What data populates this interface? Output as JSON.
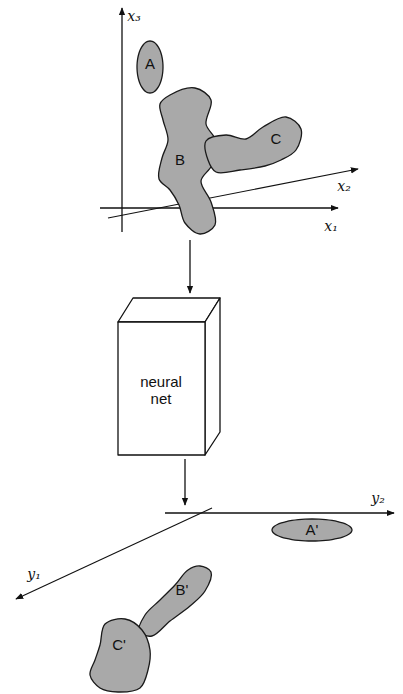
{
  "diagram": {
    "nodes": [
      {
        "text": [
          "A"
        ]
      },
      {
        "text": [
          "B"
        ]
      },
      {
        "text": [
          "C"
        ]
      },
      {
        "text": [
          "neural net"
        ]
      },
      {
        "text": [
          "A'"
        ]
      },
      {
        "text": [
          "B'"
        ]
      },
      {
        "text": [
          "C'"
        ]
      }
    ],
    "labels": [
      "x₃",
      "x₂",
      "x₁",
      "y₂",
      "y₁"
    ]
  }
}
